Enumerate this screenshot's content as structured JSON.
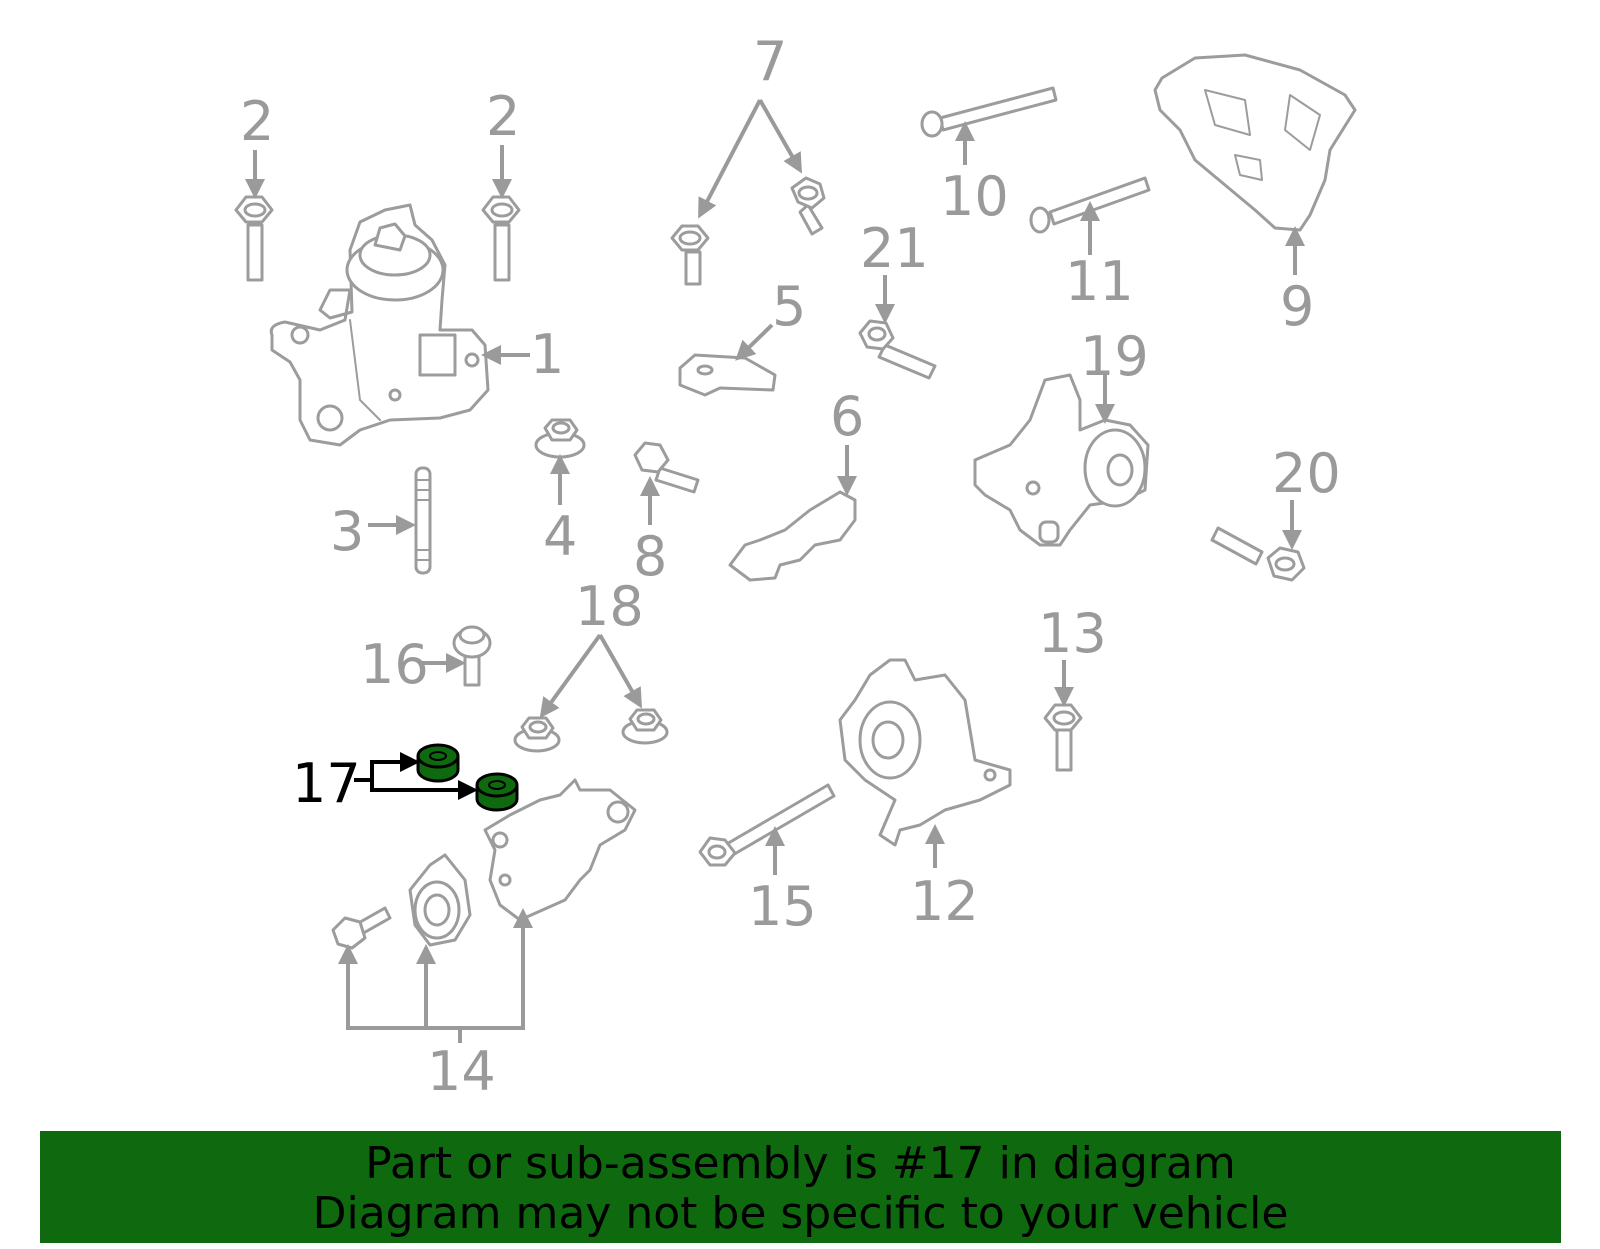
{
  "highlighted_part": "17",
  "colors": {
    "highlight": "#0f6a0f",
    "lines": "#9a9a9a",
    "banner": "#0f6a0f"
  },
  "labels": {
    "p1": "1",
    "p2a": "2",
    "p2b": "2",
    "p3": "3",
    "p4": "4",
    "p5": "5",
    "p6": "6",
    "p7": "7",
    "p8": "8",
    "p9": "9",
    "p10": "10",
    "p11": "11",
    "p12": "12",
    "p13": "13",
    "p14": "14",
    "p15": "15",
    "p16": "16",
    "p17": "17",
    "p18": "18",
    "p19": "19",
    "p20": "20",
    "p21": "21"
  },
  "banner": {
    "line1": "Part or sub-assembly is #17 in diagram",
    "line2": "Diagram may not be specific to your vehicle"
  }
}
